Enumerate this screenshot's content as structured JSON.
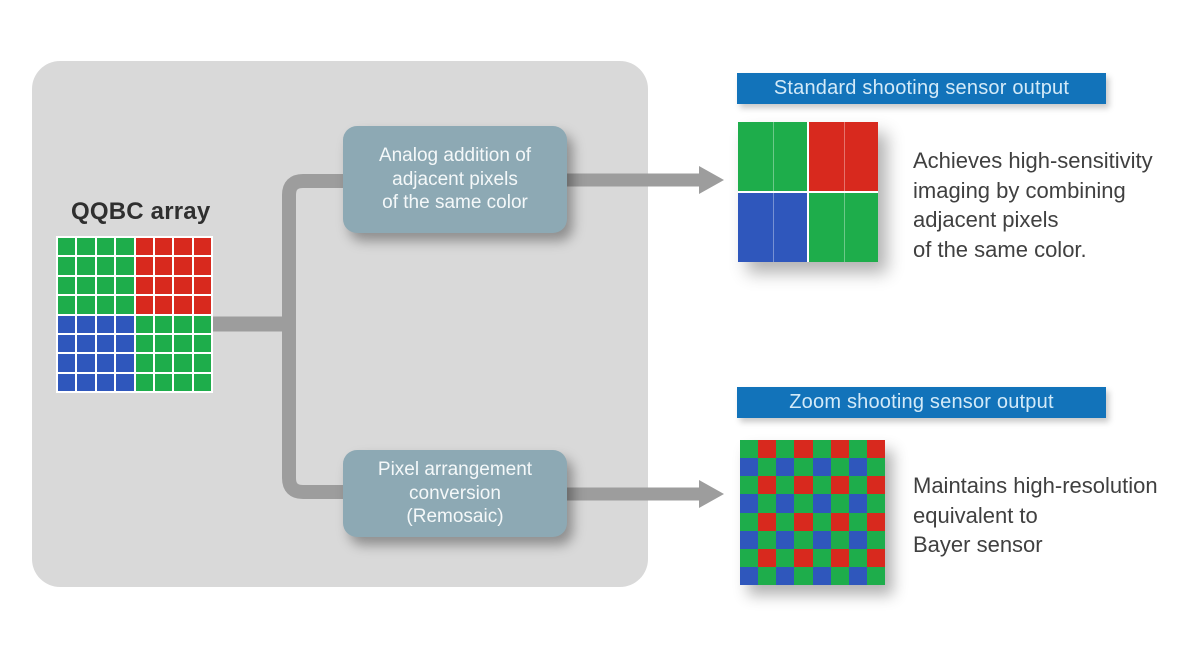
{
  "palette": {
    "green": "#1ead4b",
    "red": "#d8291e",
    "blue": "#2f57bc",
    "connector": "#9d9d9d",
    "panel": "#d9d9d9",
    "header_bg": "#1273ba",
    "header_text": "#d3eaf8",
    "box_bg": "#8da9b4",
    "box_text": "#f4f8f9",
    "body_text": "#404040"
  },
  "panel": {
    "label": "QQBC array"
  },
  "qqbc_grid": {
    "rows": [
      "GGGGRRRR",
      "GGGGRRRR",
      "GGGGRRRR",
      "GGGGRRRR",
      "BBBBGGGG",
      "BBBBGGGG",
      "BBBBGGGG",
      "BBBBGGGG"
    ]
  },
  "process_boxes": [
    {
      "label": "Analog addition of\nadjacent pixels\nof the same color"
    },
    {
      "label": "Pixel arrangement\nconversion\n(Remosaic)"
    }
  ],
  "outputs": [
    {
      "header": "Standard shooting sensor output",
      "description": "Achieves high-sensitivity\nimaging by combining\nadjacent pixels\nof the same color.",
      "grid": {
        "rows": [
          "GR",
          "BG"
        ]
      }
    },
    {
      "header": "Zoom shooting sensor output",
      "description": "Maintains high-resolution\nequivalent to\nBayer sensor",
      "grid": {
        "rows": [
          "GRGRGRGR",
          "BGBGBGBG",
          "GRGRGRGR",
          "BGBGBGBG",
          "GRGRGRGR",
          "BGBGBGBG",
          "GRGRGRGR",
          "BGBGBGBG"
        ]
      }
    }
  ]
}
